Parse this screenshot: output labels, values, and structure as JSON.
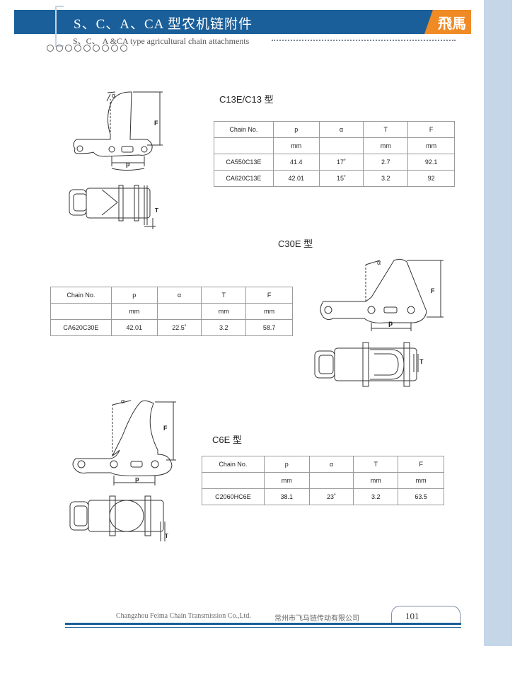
{
  "header": {
    "title_cn": "S、C、A、CA 型农机链附件",
    "subtitle_en": "S、C、 A &CA type agricultural chain attachments",
    "brand": "飛馬"
  },
  "sections": [
    {
      "title": "C13E/C13 型",
      "columns": [
        "Chain No.",
        "p",
        "α",
        "T",
        "F"
      ],
      "units": [
        "",
        "mm",
        "",
        "mm",
        "mm"
      ],
      "rows": [
        [
          "CA550C13E",
          "41.4",
          "17˚",
          "2.7",
          "92.1"
        ],
        [
          "CA620C13E",
          "42.01",
          "15˚",
          "3.2",
          "92"
        ]
      ]
    },
    {
      "title": "C30E 型",
      "columns": [
        "Chain No.",
        "p",
        "α",
        "T",
        "F"
      ],
      "units": [
        "",
        "mm",
        "",
        "mm",
        "mm"
      ],
      "rows": [
        [
          "CA620C30E",
          "42.01",
          "22.5˚",
          "3.2",
          "58.7"
        ]
      ]
    },
    {
      "title": "C6E 型",
      "columns": [
        "Chain No.",
        "p",
        "α",
        "T",
        "F"
      ],
      "units": [
        "",
        "mm",
        "",
        "mm",
        "mm"
      ],
      "rows": [
        [
          "C2060HC6E",
          "38.1",
          "23˚",
          "3.2",
          "63.5"
        ]
      ]
    }
  ],
  "drawing_labels": {
    "p": "p",
    "alpha": "α",
    "F": "F",
    "T": "T"
  },
  "footer": {
    "company_en": "Changzhou Feima Chain Transmission Co.,Ltd.",
    "company_cn": "常州市飞马链传动有限公司",
    "page_number": "101"
  },
  "colors": {
    "header_blue": "#1a5f99",
    "accent_orange": "#f08a24",
    "side_strip": "#c6d6e9"
  }
}
